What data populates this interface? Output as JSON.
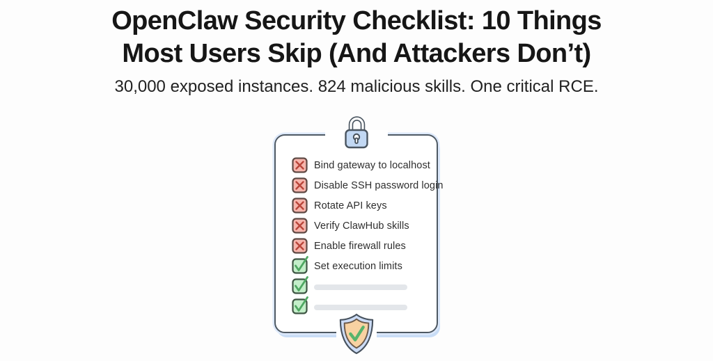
{
  "header": {
    "title_line1": "OpenClaw Security Checklist: 10 Things",
    "title_line2": "Most Users Skip (And Attackers Don’t)",
    "subtitle": "30,000 exposed instances. 824 malicious skills. One critical RCE."
  },
  "checklist": {
    "items": [
      {
        "label": "Bind gateway to localhost",
        "status": "fail",
        "placeholder": false
      },
      {
        "label": "Disable SSH password login",
        "status": "fail",
        "placeholder": false
      },
      {
        "label": "Rotate API keys",
        "status": "fail",
        "placeholder": false
      },
      {
        "label": "Verify ClawHub skills",
        "status": "fail",
        "placeholder": false
      },
      {
        "label": "Enable firewall rules",
        "status": "fail",
        "placeholder": false
      },
      {
        "label": "Set execution limits",
        "status": "pass",
        "placeholder": false
      },
      {
        "label": "",
        "status": "pass",
        "placeholder": true
      },
      {
        "label": "",
        "status": "pass",
        "placeholder": true
      }
    ],
    "icon_names": {
      "fail": "x-checkbox-icon",
      "pass": "check-checkbox-icon",
      "lock": "padlock-icon",
      "shield": "shield-check-icon",
      "placeholder": "placeholder-bar"
    }
  },
  "colors": {
    "fail_fill": "#f6b5ac",
    "fail_mark": "#b9453a",
    "fail_outline": "#5f4a45",
    "pass_fill": "#c3eec9",
    "pass_mark": "#4fa862",
    "pass_outline": "#3f5644",
    "card_border": "#4e5963",
    "card_halo": "#c9ddf6",
    "lock_fill": "#c2d8f3",
    "outline_slate": "#4a5560",
    "shield_outer_fill": "#ccdcf6",
    "shield_inner_fill": "#f8d2a2",
    "shield_inner_outline": "#6a594a",
    "shield_check": "#58b46c",
    "placeholder_bar": "#e3e6ea",
    "ink": "#2e2e2e"
  }
}
